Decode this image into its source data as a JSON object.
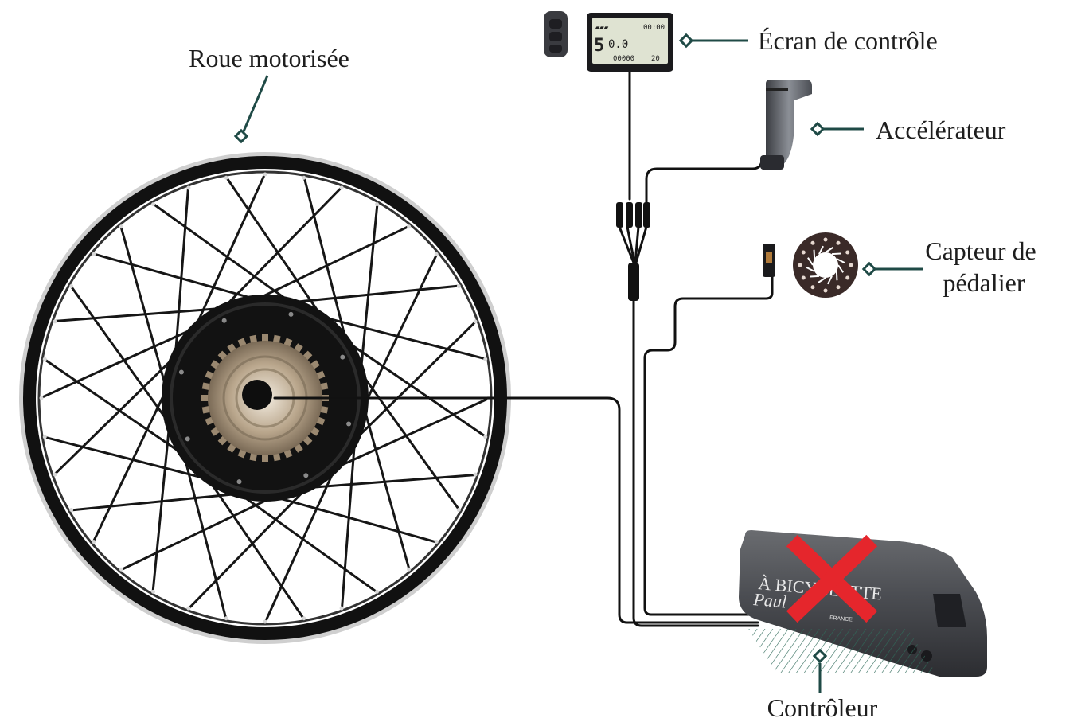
{
  "labels": {
    "wheel": "Roue motorisée",
    "display": "Écran de contrôle",
    "throttle": "Accélérateur",
    "pas_line1": "Capteur de",
    "pas_line2": "pédalier",
    "controller": "Contrôleur"
  },
  "display_screen": {
    "battery_glyph": "▰▰▰",
    "time": "00:00",
    "speed": "5",
    "speed_decimal": "0.0",
    "odometer": "00000",
    "level": "20"
  },
  "battery_branding": {
    "line1": "À BICYCLETTE",
    "line2": "Paul",
    "line3": "FRANCE"
  },
  "colors": {
    "leader": "#1f4a46",
    "cable": "#111111",
    "cross": "#e5262c",
    "battery": "#4a4c50",
    "hatch": "#2f6a5a"
  },
  "icons": [
    "remote-icon",
    "display-icon",
    "throttle-icon",
    "pas-sensor-icon",
    "battery-icon",
    "cross-icon",
    "hub-motor-wheel-icon"
  ]
}
